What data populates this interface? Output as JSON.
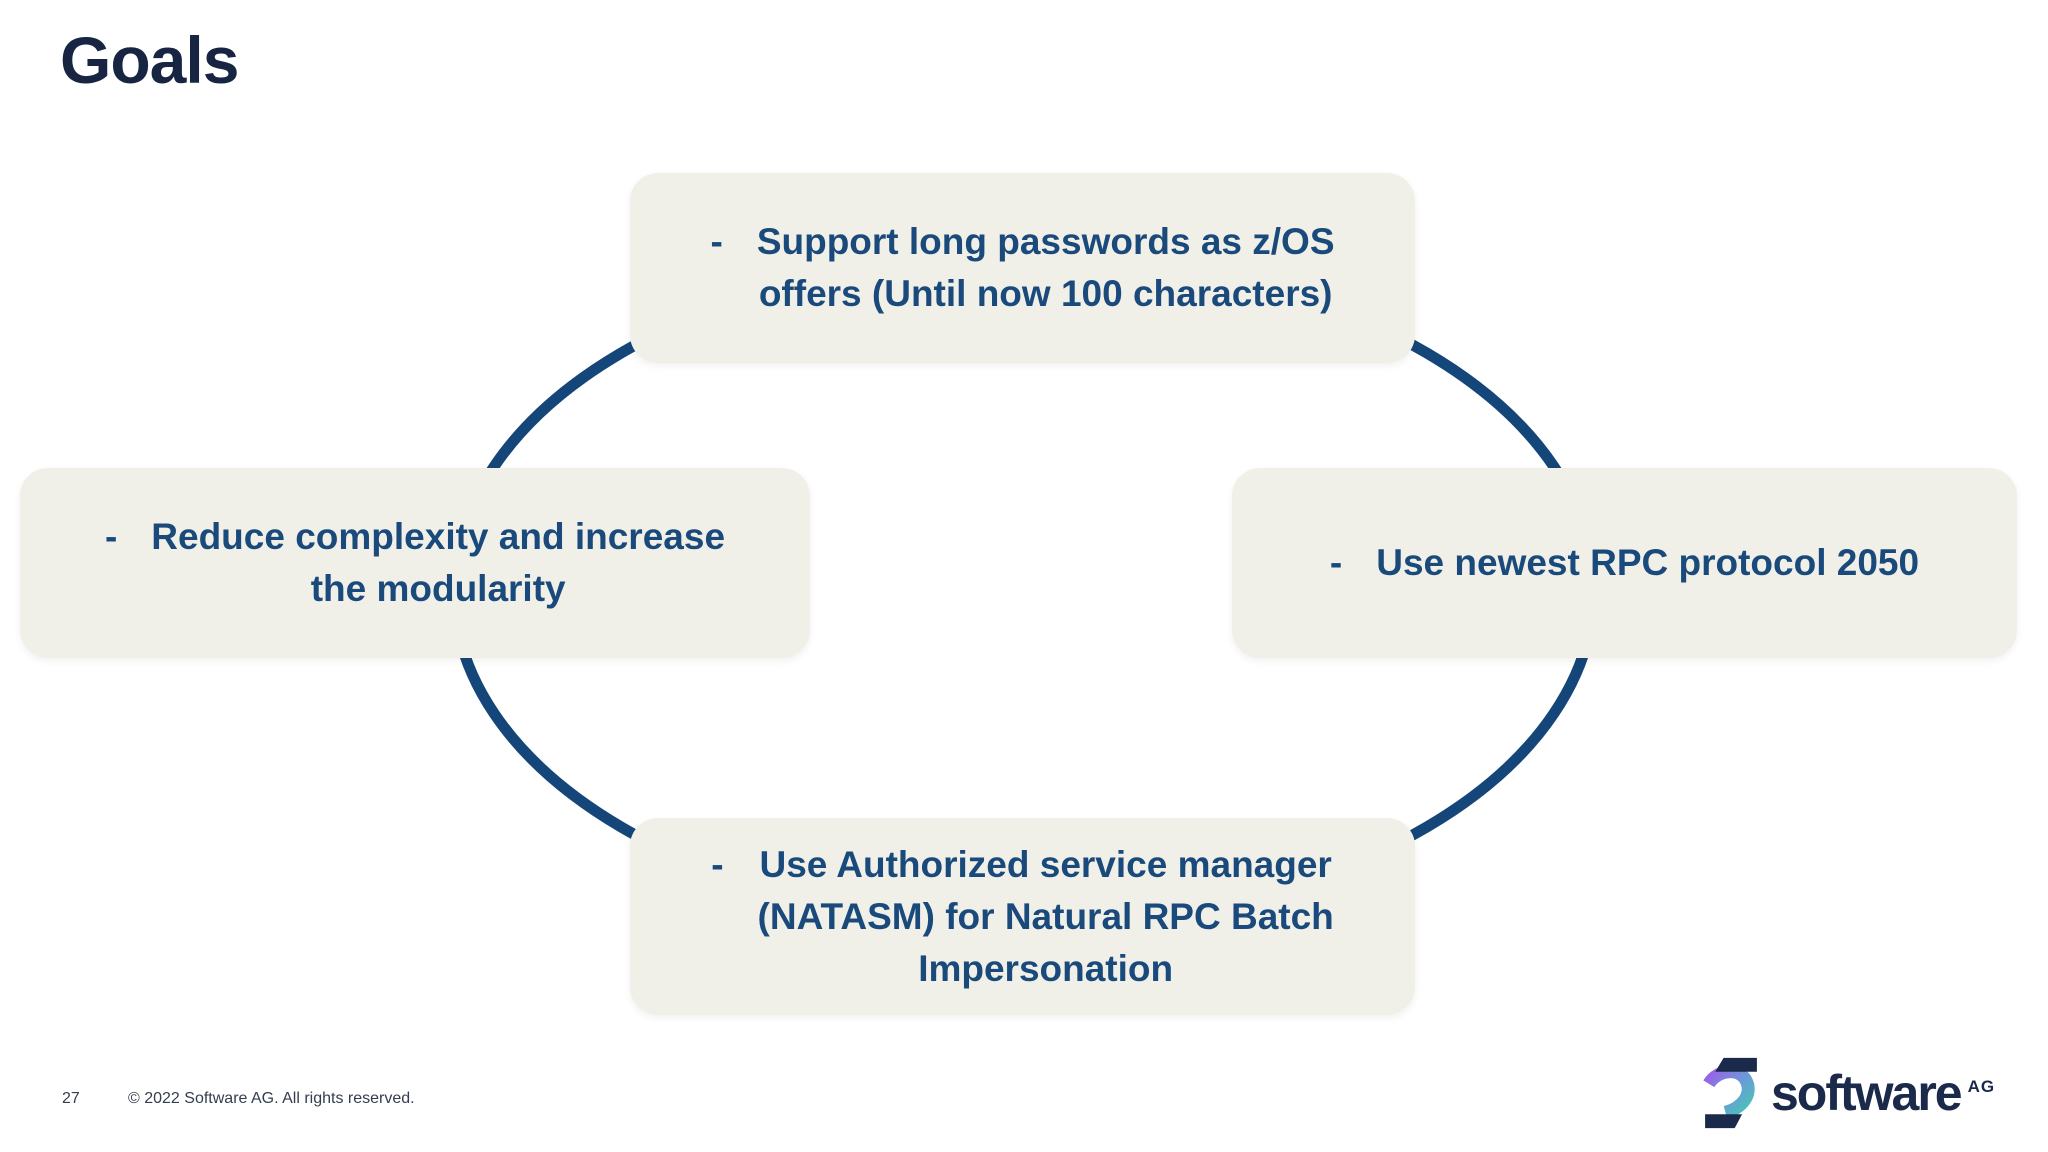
{
  "slide": {
    "title": "Goals"
  },
  "boxes": {
    "top": {
      "bullet": "-",
      "lines": [
        "Support long passwords as z/OS",
        "offers (Until now 100 characters)"
      ]
    },
    "left": {
      "bullet": "-",
      "lines": [
        "Reduce complexity and increase",
        "the modularity"
      ]
    },
    "right": {
      "bullet": "-",
      "lines": [
        "Use newest RPC protocol 2050"
      ]
    },
    "bottom": {
      "bullet": "-",
      "lines": [
        "Use Authorized service manager",
        "(NATASM) for Natural RPC Batch",
        "Impersonation"
      ]
    }
  },
  "footer": {
    "page_number": "27",
    "copyright": "© 2022 Software AG. All rights reserved."
  },
  "logo": {
    "wordmark": "software",
    "suffix": "AG",
    "icon": "software-ag-s-icon"
  },
  "colors": {
    "title": "#172442",
    "box_fill": "#F1F0E8",
    "box_text": "#1A4A7C",
    "ellipse": "#15467A",
    "footer_text": "#333E4E",
    "logo_navy": "#1B2A4A",
    "logo_gradient_start": "#9B5FE8",
    "logo_gradient_end": "#45C7B3"
  }
}
